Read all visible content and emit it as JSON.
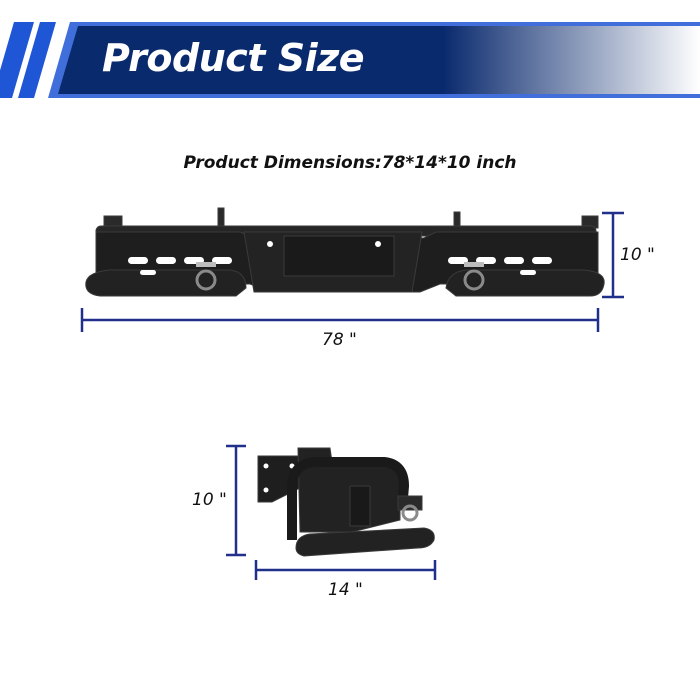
{
  "banner": {
    "title": "Product Size",
    "colors": {
      "dark": "#0a2a6e",
      "accent": "#1f56d6",
      "light": "#ffffff"
    }
  },
  "product": {
    "dimensions_text": "Product Dimensions:78*14*10 inch"
  },
  "rear_view": {
    "width_label": "78 \"",
    "height_label": "10 \""
  },
  "side_view": {
    "height_label": "10 \"",
    "depth_label": "14 \""
  },
  "colors": {
    "dimension_line": "#1f2f8a",
    "product": "#1c1c1c"
  }
}
